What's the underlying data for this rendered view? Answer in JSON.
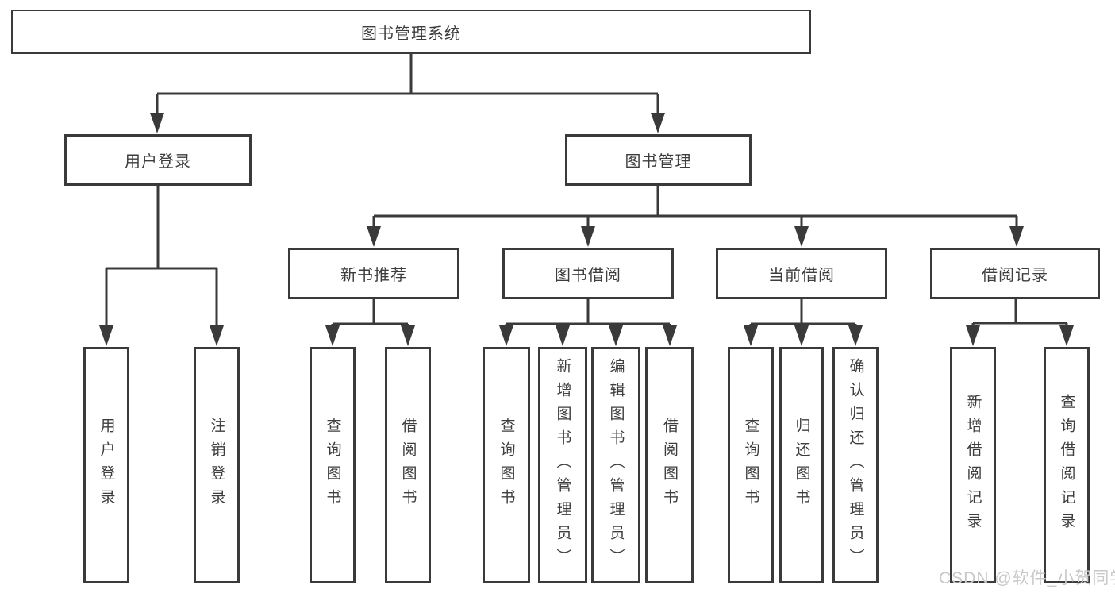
{
  "tree": {
    "label": "图书管理系统",
    "children": [
      {
        "label": "用户登录",
        "children": [
          {
            "label": "用户登录"
          },
          {
            "label": "注销登录"
          }
        ]
      },
      {
        "label": "图书管理",
        "children": [
          {
            "label": "新书推荐",
            "children": [
              {
                "label": "查询图书"
              },
              {
                "label": "借阅图书"
              }
            ]
          },
          {
            "label": "图书借阅",
            "children": [
              {
                "label": "查询图书"
              },
              {
                "label": "新增图书（管理员）"
              },
              {
                "label": "编辑图书（管理员）"
              },
              {
                "label": "借阅图书"
              }
            ]
          },
          {
            "label": "当前借阅",
            "children": [
              {
                "label": "查询图书"
              },
              {
                "label": "归还图书"
              },
              {
                "label": "确认归还（管理员）"
              }
            ]
          },
          {
            "label": "借阅记录",
            "children": [
              {
                "label": "新增借阅记录"
              },
              {
                "label": "查询借阅记录"
              }
            ]
          }
        ]
      }
    ]
  },
  "watermark": {
    "text": "CSDN @软件_小贺同学"
  },
  "colors": {
    "line": "#3a3a3a",
    "text": "#3d3d3d",
    "watermark": "#c9c9c9",
    "background": "#ffffff"
  }
}
